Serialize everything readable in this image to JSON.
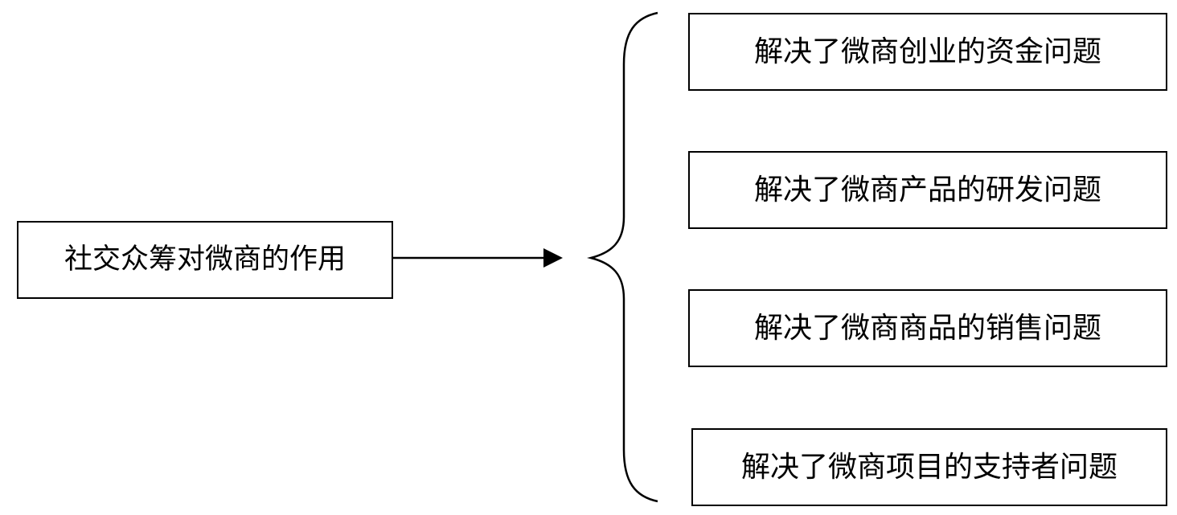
{
  "diagram": {
    "source": {
      "label": "社交众筹对微商的作用"
    },
    "effects": [
      {
        "label": "解决了微商创业的资金问题"
      },
      {
        "label": "解决了微商产品的研发问题"
      },
      {
        "label": "解决了微商商品的销售问题"
      },
      {
        "label": "解决了微商项目的支持者问题"
      }
    ],
    "colors": {
      "stroke": "#000000",
      "background": "#ffffff"
    }
  }
}
